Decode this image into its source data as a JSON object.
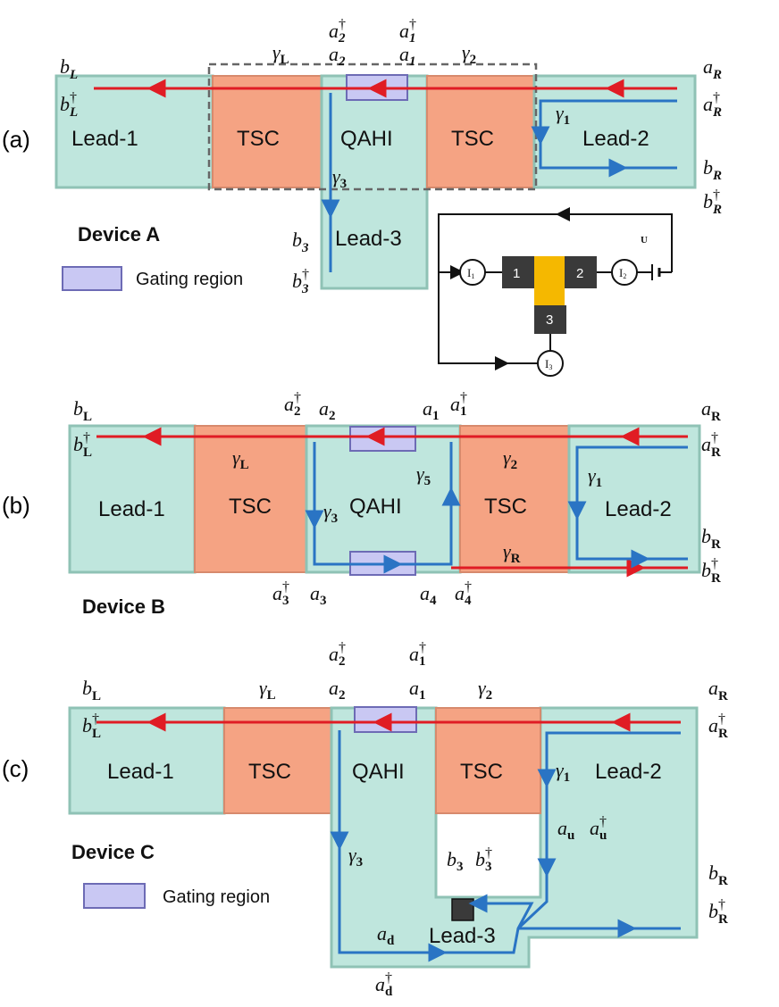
{
  "panels": {
    "a": {
      "panel_label": "(a)",
      "device": "Device A",
      "legend_label": "Gating region",
      "regions": [
        "Lead-1",
        "TSC",
        "QAHI",
        "TSC",
        "Lead-2",
        "Lead-3"
      ],
      "symbols": {
        "bL": "b",
        "bL_sub": "L",
        "bLd": "b",
        "bLd_sub": "L",
        "gammaL": "γ",
        "gammaL_sub": "L",
        "a2d": "a",
        "a2d_sub": "2",
        "a2": "a",
        "a2_sub": "2",
        "a1d": "a",
        "a1d_sub": "1",
        "a1": "a",
        "a1_sub": "1",
        "gamma2": "γ",
        "gamma2_sub": "2",
        "aR": "a",
        "aR_sub": "R",
        "aRd": "a",
        "aRd_sub": "R",
        "gamma1": "γ",
        "gamma1_sub": "1",
        "bR": "b",
        "bR_sub": "R",
        "bRd": "b",
        "bRd_sub": "R",
        "gamma3": "γ",
        "gamma3_sub": "3",
        "b3": "b",
        "b3_sub": "3",
        "b3d": "b",
        "b3d_sub": "3"
      },
      "dagger": "†",
      "circuit": {
        "voltage": "U",
        "terminals": [
          "1",
          "2",
          "3"
        ],
        "meters": [
          "I",
          "I",
          "I"
        ],
        "meter_subs": [
          "1",
          "2",
          "3"
        ]
      }
    },
    "b": {
      "panel_label": "(b)",
      "device": "Device B",
      "regions": [
        "Lead-1",
        "TSC",
        "QAHI",
        "TSC",
        "Lead-2"
      ],
      "symbols": {
        "bL": "b",
        "bL_sub": "L",
        "bLd": "b",
        "bLd_sub": "L",
        "a2d": "a",
        "a2d_sub": "2",
        "a2": "a",
        "a2_sub": "2",
        "a1": "a",
        "a1_sub": "1",
        "a1d": "a",
        "a1d_sub": "1",
        "aR": "a",
        "aR_sub": "R",
        "aRd": "a",
        "aRd_sub": "R",
        "gammaL": "γ",
        "gammaL_sub": "L",
        "gamma2": "γ",
        "gamma2_sub": "2",
        "gamma5": "γ",
        "gamma5_sub": "5",
        "gamma3": "γ",
        "gamma3_sub": "3",
        "gamma1": "γ",
        "gamma1_sub": "1",
        "gammaR": "γ",
        "gammaR_sub": "R",
        "bR": "b",
        "bR_sub": "R",
        "bRd": "b",
        "bRd_sub": "R",
        "a3d": "a",
        "a3d_sub": "3",
        "a3": "a",
        "a3_sub": "3",
        "a4": "a",
        "a4_sub": "4",
        "a4d": "a",
        "a4d_sub": "4"
      }
    },
    "c": {
      "panel_label": "(c)",
      "device": "Device C",
      "legend_label": "Gating region",
      "regions": [
        "Lead-1",
        "TSC",
        "QAHI",
        "TSC",
        "Lead-2",
        "Lead-3"
      ],
      "symbols": {
        "a2d": "a",
        "a2d_sub": "2",
        "a2": "a",
        "a2_sub": "2",
        "a1d": "a",
        "a1d_sub": "1",
        "a1": "a",
        "a1_sub": "1",
        "bL": "b",
        "bL_sub": "L",
        "bLd": "b",
        "bLd_sub": "L",
        "gammaL": "γ",
        "gammaL_sub": "L",
        "gamma2": "γ",
        "gamma2_sub": "2",
        "aR": "a",
        "aR_sub": "R",
        "aRd": "a",
        "aRd_sub": "R",
        "gamma1": "γ",
        "gamma1_sub": "1",
        "au": "a",
        "au_sub": "u",
        "aud": "a",
        "aud_sub": "u",
        "gamma3": "γ",
        "gamma3_sub": "3",
        "b3": "b",
        "b3_sub": "3",
        "b3d": "b",
        "b3d_sub": "3",
        "bR": "b",
        "bR_sub": "R",
        "bRd": "b",
        "bRd_sub": "R",
        "ad": "a",
        "ad_sub": "d",
        "add": "a",
        "add_sub": "d"
      }
    }
  },
  "colors": {
    "lead": "#bfe6dd",
    "tsc": "#f5a383",
    "gate": "#c9c8f3",
    "red_edge": "#e01c24",
    "blue_edge": "#2a74c4",
    "terminal": "#3a3a3a",
    "sample": "#f5b800"
  }
}
